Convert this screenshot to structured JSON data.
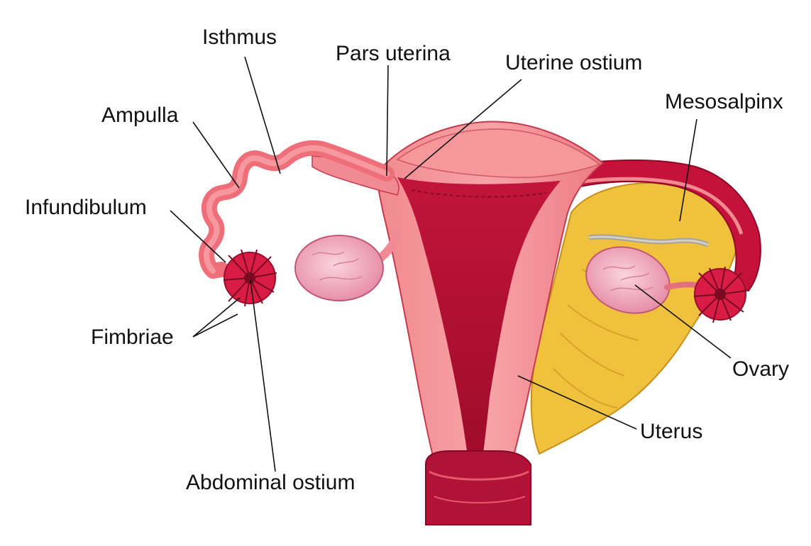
{
  "labels": {
    "isthmus": "Isthmus",
    "pars_uterina": "Pars uterina",
    "uterine_ostium": "Uterine ostium",
    "mesosalpinx": "Mesosalpinx",
    "ampulla": "Ampulla",
    "infundibulum": "Infundibulum",
    "fimbriae": "Fimbriae",
    "abdominal_ostium": "Abdominal ostium",
    "ovary": "Ovary",
    "uterus": "Uterus"
  },
  "colors": {
    "tissue_light": "#f4868e",
    "tissue_mid": "#ec6471",
    "tissue_dark": "#c4123a",
    "cavity": "#b00f30",
    "mesosalpinx_fill": "#f0c13c",
    "mesosalpinx_shade": "#dca52a",
    "ovary_fill": "#f3b3c4",
    "line": "#111111"
  }
}
